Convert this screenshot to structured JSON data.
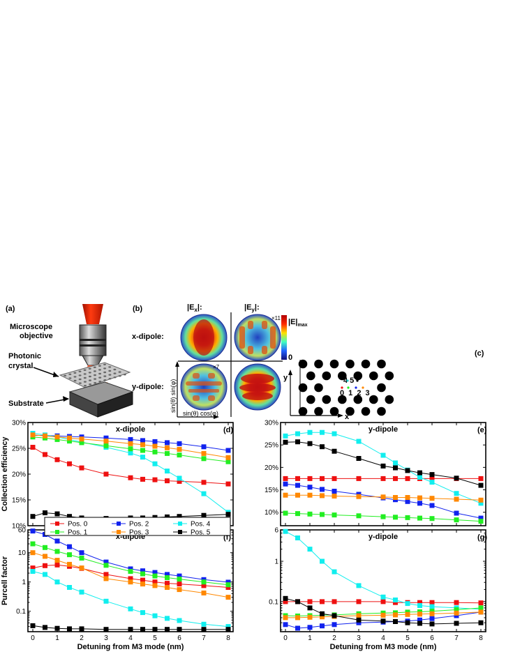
{
  "labels": {
    "a": "(a)",
    "b": "(b)",
    "c": "(c)",
    "d": "(d)",
    "e": "(e)",
    "f": "(f)",
    "g": "(g)",
    "microscope": "Microscope",
    "objective": "objective",
    "photonic": "Photonic",
    "crystal": "crystal",
    "substrate": "Substrate",
    "ex": "|E",
    "ex_sub": "x",
    "ey": "|E",
    "ey_sub": "y",
    "bar_close": "|:",
    "xdip": "x-dipole:",
    "ydip": "y-dipole:",
    "x11": "×11",
    "x7": "×7",
    "emax": "|E|",
    "emax_sub": "max",
    "zero": "0",
    "kx": "sin(θ) cos(φ)",
    "ky": "sin(θ) sin(φ)",
    "pos_top": "4 5",
    "pos_bot": "0 1 2 3",
    "axis_x": "x",
    "axis_y": "y"
  },
  "colors": {
    "Pos. 0": "#ee1111",
    "Pos. 1": "#22ee22",
    "Pos. 2": "#1122ee",
    "Pos. 3": "#ff8800",
    "Pos. 4": "#11eeee",
    "Pos. 5": "#000000",
    "red": "#d42a1a",
    "laser": "#ff4411",
    "slab": "#bbbbbb"
  },
  "chart_data": [
    {
      "type": "line",
      "id": "d",
      "title": "x-dipole",
      "xlabel": "",
      "ylabel": "Collection efficiency",
      "scale": "linear",
      "ylim": [
        10,
        30
      ],
      "yticks": [
        10,
        15,
        20,
        25,
        30
      ],
      "ytick_labels": [
        "10%",
        "15%",
        "20%",
        "25%",
        "30%"
      ],
      "xlim": [
        -0.2,
        8.2
      ],
      "xticks": [
        0,
        1,
        2,
        3,
        4,
        5,
        6,
        7,
        8
      ],
      "show_xticklabels": false,
      "x": [
        0,
        0.5,
        1,
        1.5,
        2,
        3,
        4,
        4.5,
        5,
        5.5,
        6,
        7,
        8
      ],
      "legend": [
        "Pos. 0",
        "Pos. 2",
        "Pos. 4",
        "Pos. 1",
        "Pos. 3",
        "Pos. 5"
      ],
      "series": [
        {
          "name": "Pos. 0",
          "values": [
            25.2,
            23.8,
            22.8,
            22.0,
            21.2,
            20.0,
            19.3,
            19.0,
            18.9,
            18.7,
            18.6,
            18.4,
            18.1
          ]
        },
        {
          "name": "Pos. 2",
          "values": [
            27.5,
            27.5,
            27.4,
            27.3,
            27.2,
            27.0,
            26.7,
            26.5,
            26.3,
            26.1,
            25.9,
            25.3,
            24.6
          ]
        },
        {
          "name": "Pos. 4",
          "values": [
            27.9,
            27.6,
            27.2,
            26.7,
            26.2,
            25.2,
            24.1,
            23.3,
            22.0,
            20.6,
            19.2,
            16.2,
            12.6
          ]
        },
        {
          "name": "Pos. 1",
          "values": [
            27.2,
            27.0,
            26.7,
            26.4,
            26.1,
            25.5,
            24.9,
            24.6,
            24.3,
            24.0,
            23.7,
            23.0,
            22.4
          ]
        },
        {
          "name": "Pos. 3",
          "values": [
            27.6,
            27.4,
            27.2,
            27.0,
            26.8,
            26.4,
            25.9,
            25.7,
            25.4,
            25.1,
            24.8,
            24.0,
            23.2
          ]
        },
        {
          "name": "Pos. 5",
          "values": [
            11.8,
            12.5,
            12.3,
            11.8,
            11.5,
            11.4,
            11.5,
            11.5,
            11.6,
            11.7,
            11.8,
            12.0,
            12.2
          ]
        }
      ]
    },
    {
      "type": "line",
      "id": "e",
      "title": "y-dipole",
      "xlabel": "",
      "ylabel": "",
      "scale": "linear",
      "ylim": [
        7,
        30
      ],
      "yticks": [
        10,
        15,
        20,
        25,
        30
      ],
      "ytick_labels": [
        "10%",
        "15%",
        "20%",
        "25%",
        "30%"
      ],
      "xlim": [
        -0.2,
        8.2
      ],
      "xticks": [
        0,
        1,
        2,
        3,
        4,
        5,
        6,
        7,
        8
      ],
      "show_xticklabels": false,
      "x": [
        0,
        0.5,
        1,
        1.5,
        2,
        3,
        4,
        4.5,
        5,
        5.5,
        6,
        7,
        8
      ],
      "series": [
        {
          "name": "Pos. 0",
          "values": [
            17.5,
            17.5,
            17.5,
            17.5,
            17.5,
            17.5,
            17.5,
            17.5,
            17.5,
            17.5,
            17.5,
            17.5,
            17.5
          ]
        },
        {
          "name": "Pos. 2",
          "values": [
            16.3,
            16.0,
            15.6,
            15.1,
            14.7,
            14.0,
            13.2,
            12.8,
            12.4,
            12.0,
            11.5,
            9.8,
            8.7
          ]
        },
        {
          "name": "Pos. 4",
          "values": [
            27.0,
            27.5,
            27.8,
            27.8,
            27.5,
            25.8,
            22.7,
            21.0,
            19.4,
            17.8,
            16.7,
            14.2,
            12.0
          ]
        },
        {
          "name": "Pos. 1",
          "values": [
            9.8,
            9.7,
            9.6,
            9.5,
            9.4,
            9.2,
            9.0,
            8.9,
            8.8,
            8.7,
            8.6,
            8.3,
            8.0
          ]
        },
        {
          "name": "Pos. 3",
          "values": [
            13.8,
            13.8,
            13.8,
            13.7,
            13.6,
            13.5,
            13.4,
            13.3,
            13.3,
            13.2,
            13.1,
            12.9,
            12.7
          ]
        },
        {
          "name": "Pos. 5",
          "values": [
            25.6,
            25.7,
            25.3,
            24.6,
            23.6,
            22.0,
            20.3,
            19.9,
            19.3,
            18.8,
            18.4,
            17.6,
            16.0
          ]
        }
      ]
    },
    {
      "type": "line",
      "id": "f",
      "title": "x-dipole",
      "xlabel": "Detuning from M3 mode (nm)",
      "ylabel": "Purcell factor",
      "scale": "log",
      "ylim": [
        0.02,
        60
      ],
      "yticks": [
        0.1,
        1,
        10,
        60
      ],
      "ytick_labels": [
        "0.1",
        "1",
        "10",
        "60"
      ],
      "xlim": [
        -0.2,
        8.2
      ],
      "xticks": [
        0,
        1,
        2,
        3,
        4,
        5,
        6,
        7,
        8
      ],
      "show_xticklabels": true,
      "x": [
        0,
        0.5,
        1,
        1.5,
        2,
        3,
        4,
        4.5,
        5,
        5.5,
        6,
        7,
        8
      ],
      "series": [
        {
          "name": "Pos. 0",
          "values": [
            3.0,
            3.6,
            3.8,
            3.4,
            2.9,
            1.8,
            1.3,
            1.15,
            1.0,
            0.9,
            0.85,
            0.75,
            0.65
          ]
        },
        {
          "name": "Pos. 2",
          "values": [
            55,
            42,
            25,
            16,
            10,
            4.8,
            2.8,
            2.4,
            2.1,
            1.8,
            1.6,
            1.2,
            0.98
          ]
        },
        {
          "name": "Pos. 4",
          "values": [
            2.3,
            1.8,
            1.0,
            0.65,
            0.45,
            0.22,
            0.12,
            0.09,
            0.07,
            0.057,
            0.048,
            0.036,
            0.03
          ]
        },
        {
          "name": "Pos. 1",
          "values": [
            20,
            15,
            11,
            8.5,
            6.5,
            3.7,
            2.3,
            1.9,
            1.6,
            1.4,
            1.25,
            1.0,
            0.8
          ]
        },
        {
          "name": "Pos. 3",
          "values": [
            10,
            7.5,
            5.5,
            4.0,
            3.0,
            1.3,
            1.0,
            0.85,
            0.75,
            0.65,
            0.55,
            0.42,
            0.3
          ]
        },
        {
          "name": "Pos. 5",
          "values": [
            0.032,
            0.028,
            0.026,
            0.025,
            0.025,
            0.024,
            0.024,
            0.024,
            0.024,
            0.024,
            0.024,
            0.024,
            0.024
          ]
        }
      ]
    },
    {
      "type": "line",
      "id": "g",
      "title": "y-dipole",
      "xlabel": "Detuning from M3 mode (nm)",
      "ylabel": "",
      "scale": "log",
      "ylim": [
        0.018,
        6
      ],
      "yticks": [
        0.1,
        1,
        6
      ],
      "ytick_labels": [
        "0.1",
        "1",
        "6"
      ],
      "xlim": [
        -0.2,
        8.2
      ],
      "xticks": [
        0,
        1,
        2,
        3,
        4,
        5,
        6,
        7,
        8
      ],
      "show_xticklabels": true,
      "x": [
        0,
        0.5,
        1,
        1.5,
        2,
        3,
        4,
        4.5,
        5,
        5.5,
        6,
        7,
        8
      ],
      "series": [
        {
          "name": "Pos. 0",
          "values": [
            0.1,
            0.1,
            0.1,
            0.1,
            0.1,
            0.1,
            0.1,
            0.095,
            0.095,
            0.095,
            0.095,
            0.095,
            0.093
          ]
        },
        {
          "name": "Pos. 2",
          "values": [
            0.027,
            0.022,
            0.023,
            0.025,
            0.027,
            0.03,
            0.031,
            0.032,
            0.033,
            0.035,
            0.038,
            0.045,
            0.055
          ]
        },
        {
          "name": "Pos. 4",
          "values": [
            5.5,
            3.8,
            2.0,
            1.0,
            0.55,
            0.25,
            0.13,
            0.11,
            0.09,
            0.08,
            0.075,
            0.07,
            0.065
          ]
        },
        {
          "name": "Pos. 1",
          "values": [
            0.045,
            0.044,
            0.045,
            0.046,
            0.047,
            0.05,
            0.052,
            0.053,
            0.055,
            0.056,
            0.058,
            0.063,
            0.07
          ]
        },
        {
          "name": "Pos. 3",
          "values": [
            0.04,
            0.04,
            0.041,
            0.042,
            0.043,
            0.045,
            0.046,
            0.047,
            0.048,
            0.049,
            0.05,
            0.052,
            0.055
          ]
        },
        {
          "name": "Pos. 5",
          "values": [
            0.12,
            0.1,
            0.07,
            0.05,
            0.045,
            0.035,
            0.033,
            0.032,
            0.03,
            0.029,
            0.028,
            0.029,
            0.03
          ]
        }
      ]
    }
  ]
}
